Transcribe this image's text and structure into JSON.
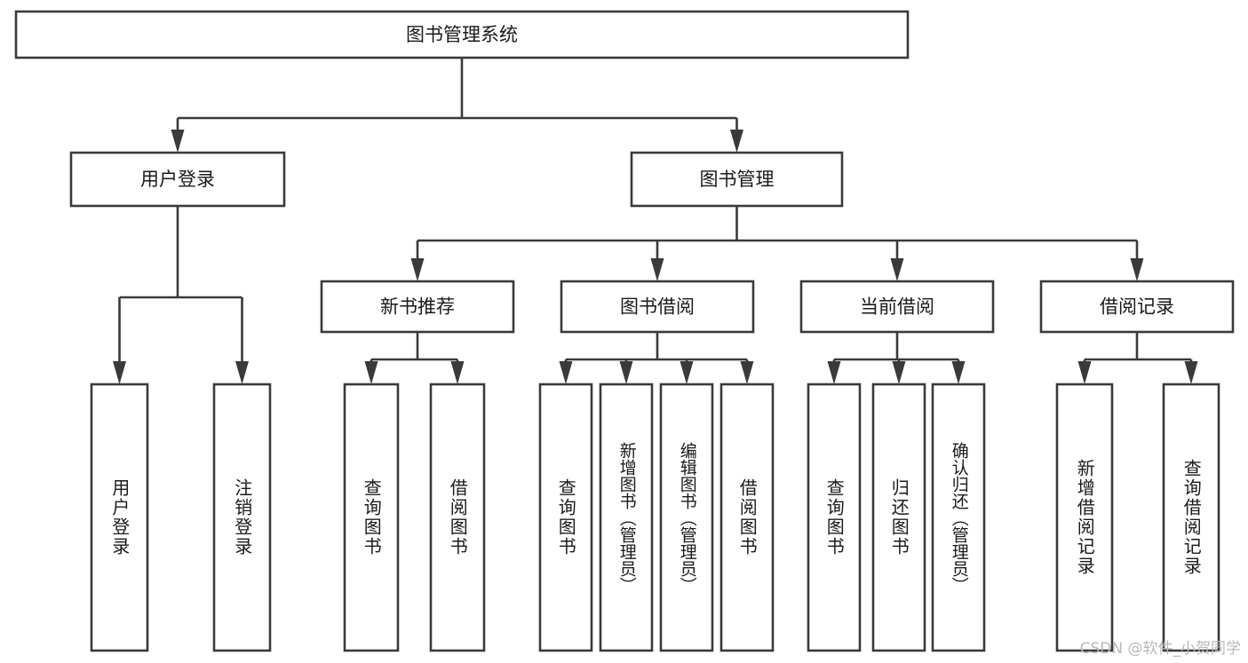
{
  "diagram": {
    "type": "tree",
    "orientation": "top-down",
    "title": "图书管理系统",
    "root": {
      "id": "root",
      "label": "图书管理系统",
      "orientation": "horizontal"
    },
    "level1": [
      {
        "id": "user-login",
        "label": "用户登录",
        "orientation": "horizontal"
      },
      {
        "id": "book-manage",
        "label": "图书管理",
        "orientation": "horizontal"
      }
    ],
    "level2": [
      {
        "id": "new-book-rec",
        "label": "新书推荐",
        "parent": "book-manage",
        "orientation": "horizontal"
      },
      {
        "id": "book-borrow",
        "label": "图书借阅",
        "parent": "book-manage",
        "orientation": "horizontal"
      },
      {
        "id": "current-borrow",
        "label": "当前借阅",
        "parent": "book-manage",
        "orientation": "horizontal"
      },
      {
        "id": "borrow-record",
        "label": "借阅记录",
        "parent": "book-manage",
        "orientation": "horizontal"
      }
    ],
    "leaves": [
      {
        "id": "leaf-user-login",
        "label": "用户登录",
        "parent": "user-login",
        "orientation": "vertical"
      },
      {
        "id": "leaf-logout",
        "label": "注销登录",
        "parent": "user-login",
        "orientation": "vertical"
      },
      {
        "id": "leaf-query-book-1",
        "label": "查询图书",
        "parent": "new-book-rec",
        "orientation": "vertical"
      },
      {
        "id": "leaf-borrow-book-1",
        "label": "借阅图书",
        "parent": "new-book-rec",
        "orientation": "vertical"
      },
      {
        "id": "leaf-query-book-2",
        "label": "查询图书",
        "parent": "book-borrow",
        "orientation": "vertical"
      },
      {
        "id": "leaf-add-book",
        "label": "新增图书（管理员）",
        "parent": "book-borrow",
        "orientation": "vertical"
      },
      {
        "id": "leaf-edit-book",
        "label": "编辑图书（管理员）",
        "parent": "book-borrow",
        "orientation": "vertical"
      },
      {
        "id": "leaf-borrow-book-2",
        "label": "借阅图书",
        "parent": "book-borrow",
        "orientation": "vertical"
      },
      {
        "id": "leaf-query-book-3",
        "label": "查询图书",
        "parent": "current-borrow",
        "orientation": "vertical"
      },
      {
        "id": "leaf-return-book",
        "label": "归还图书",
        "parent": "current-borrow",
        "orientation": "vertical"
      },
      {
        "id": "leaf-confirm-return",
        "label": "确认归还（管理员）",
        "parent": "current-borrow",
        "orientation": "vertical"
      },
      {
        "id": "leaf-add-record",
        "label": "新增借阅记录",
        "parent": "borrow-record",
        "orientation": "vertical"
      },
      {
        "id": "leaf-query-record",
        "label": "查询借阅记录",
        "parent": "borrow-record",
        "orientation": "vertical"
      }
    ],
    "colors": {
      "box_stroke": "#3a3a3a",
      "box_fill": "#ffffff",
      "text": "#1a1a1a",
      "connector": "#3a3a3a",
      "background": "#ffffff",
      "watermark": "#b9b9b9"
    }
  },
  "watermark": {
    "text": "CSDN @软件_小贺同学"
  }
}
